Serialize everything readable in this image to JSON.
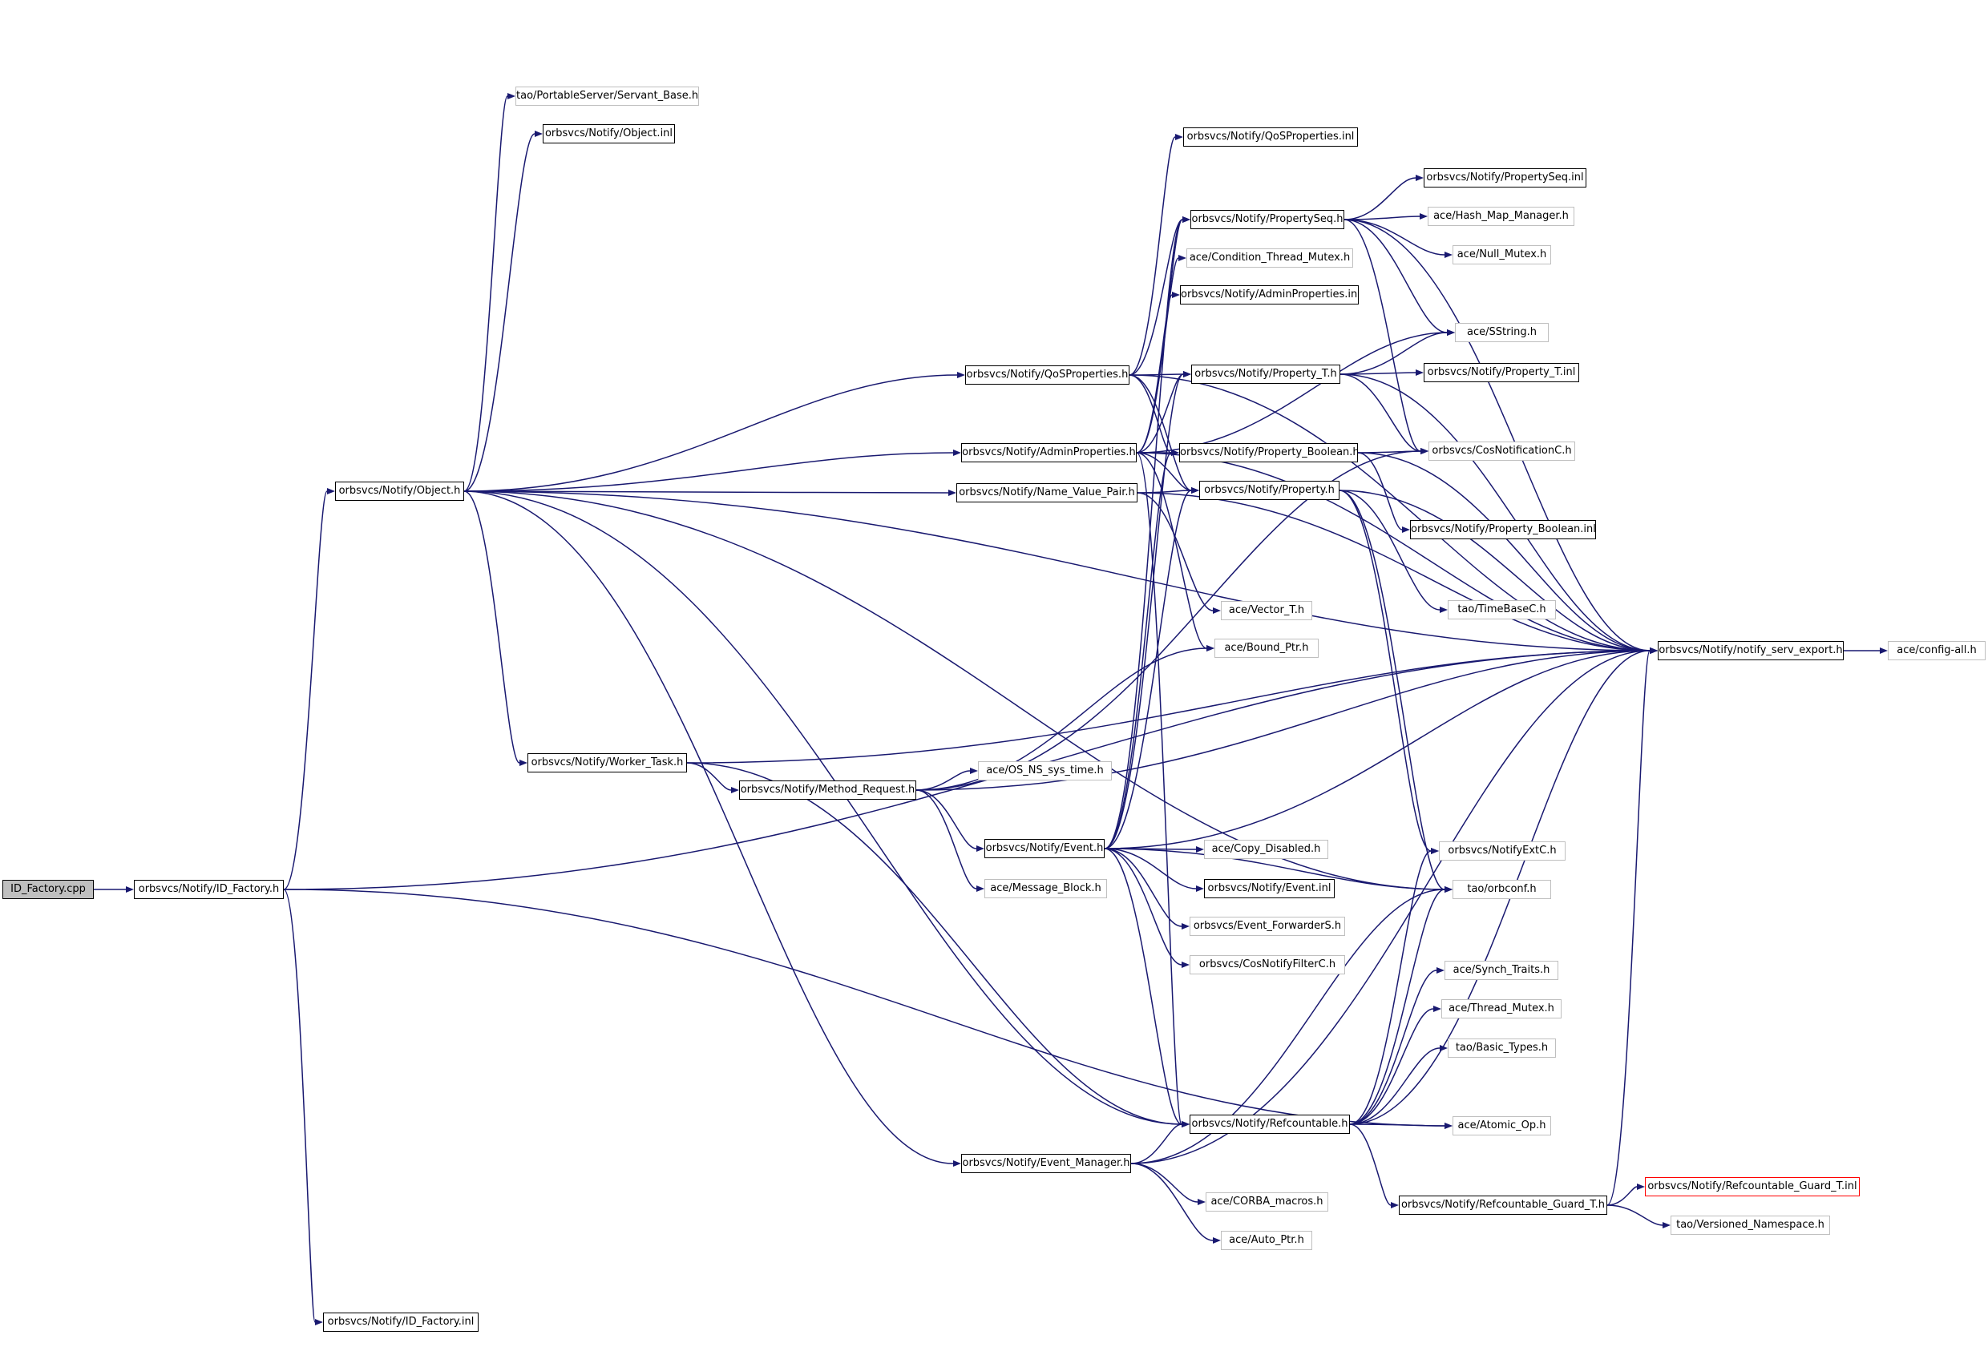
{
  "graph": {
    "nodes": [
      {
        "id": "id_factory_cpp",
        "label": "ID_Factory.cpp",
        "style": "root"
      },
      {
        "id": "id_factory_h",
        "label": "orbsvcs/Notify/ID_Factory.h",
        "style": "documented"
      },
      {
        "id": "object_h",
        "label": "orbsvcs/Notify/Object.h",
        "style": "documented"
      },
      {
        "id": "id_factory_inl",
        "label": "orbsvcs/Notify/ID_Factory.inl",
        "style": "documented"
      },
      {
        "id": "servant_base_h",
        "label": "tao/PortableServer/Servant_Base.h",
        "style": "undocumented"
      },
      {
        "id": "object_inl",
        "label": "orbsvcs/Notify/Object.inl",
        "style": "documented"
      },
      {
        "id": "worker_task_h",
        "label": "orbsvcs/Notify/Worker_Task.h",
        "style": "documented"
      },
      {
        "id": "method_request_h",
        "label": "orbsvcs/Notify/Method_Request.h",
        "style": "documented"
      },
      {
        "id": "qos_properties_inl",
        "label": "orbsvcs/Notify/QoSProperties.inl",
        "style": "documented"
      },
      {
        "id": "property_seq_h",
        "label": "orbsvcs/Notify/PropertySeq.h",
        "style": "documented"
      },
      {
        "id": "condition_thread_mutex_h",
        "label": "ace/Condition_Thread_Mutex.h",
        "style": "undocumented"
      },
      {
        "id": "admin_properties_inl",
        "label": "orbsvcs/Notify/AdminProperties.inl",
        "style": "documented"
      },
      {
        "id": "qos_properties_h",
        "label": "orbsvcs/Notify/QoSProperties.h",
        "style": "documented"
      },
      {
        "id": "property_t_h",
        "label": "orbsvcs/Notify/Property_T.h",
        "style": "documented"
      },
      {
        "id": "admin_properties_h",
        "label": "orbsvcs/Notify/AdminProperties.h",
        "style": "documented"
      },
      {
        "id": "property_boolean_h",
        "label": "orbsvcs/Notify/Property_Boolean.h",
        "style": "documented"
      },
      {
        "id": "name_value_pair_h",
        "label": "orbsvcs/Notify/Name_Value_Pair.h",
        "style": "documented"
      },
      {
        "id": "property_h",
        "label": "orbsvcs/Notify/Property.h",
        "style": "documented"
      },
      {
        "id": "vector_t_h",
        "label": "ace/Vector_T.h",
        "style": "undocumented"
      },
      {
        "id": "bound_ptr_h",
        "label": "ace/Bound_Ptr.h",
        "style": "undocumented"
      },
      {
        "id": "os_ns_sys_time_h",
        "label": "ace/OS_NS_sys_time.h",
        "style": "undocumented"
      },
      {
        "id": "event_h",
        "label": "orbsvcs/Notify/Event.h",
        "style": "documented"
      },
      {
        "id": "message_block_h",
        "label": "ace/Message_Block.h",
        "style": "undocumented"
      },
      {
        "id": "copy_disabled_h",
        "label": "ace/Copy_Disabled.h",
        "style": "undocumented"
      },
      {
        "id": "event_inl",
        "label": "orbsvcs/Notify/Event.inl",
        "style": "documented"
      },
      {
        "id": "event_forwarder_s_h",
        "label": "orbsvcs/Event_ForwarderS.h",
        "style": "undocumented"
      },
      {
        "id": "cos_notify_filter_c_h",
        "label": "orbsvcs/CosNotifyFilterC.h",
        "style": "undocumented"
      },
      {
        "id": "refcountable_h",
        "label": "orbsvcs/Notify/Refcountable.h",
        "style": "documented"
      },
      {
        "id": "event_manager_h",
        "label": "orbsvcs/Notify/Event_Manager.h",
        "style": "documented"
      },
      {
        "id": "corba_macros_h",
        "label": "ace/CORBA_macros.h",
        "style": "undocumented"
      },
      {
        "id": "auto_ptr_h",
        "label": "ace/Auto_Ptr.h",
        "style": "undocumented"
      },
      {
        "id": "property_seq_inl",
        "label": "orbsvcs/Notify/PropertySeq.inl",
        "style": "documented"
      },
      {
        "id": "hash_map_manager_h",
        "label": "ace/Hash_Map_Manager.h",
        "style": "undocumented"
      },
      {
        "id": "null_mutex_h",
        "label": "ace/Null_Mutex.h",
        "style": "undocumented"
      },
      {
        "id": "sstring_h",
        "label": "ace/SString.h",
        "style": "undocumented"
      },
      {
        "id": "property_t_inl",
        "label": "orbsvcs/Notify/Property_T.inl",
        "style": "documented"
      },
      {
        "id": "cos_notification_c_h",
        "label": "orbsvcs/CosNotificationC.h",
        "style": "undocumented"
      },
      {
        "id": "property_boolean_inl",
        "label": "orbsvcs/Notify/Property_Boolean.inl",
        "style": "documented"
      },
      {
        "id": "time_base_c_h",
        "label": "tao/TimeBaseC.h",
        "style": "undocumented"
      },
      {
        "id": "notify_ext_c_h",
        "label": "orbsvcs/NotifyExtC.h",
        "style": "undocumented"
      },
      {
        "id": "orbconf_h",
        "label": "tao/orbconf.h",
        "style": "undocumented"
      },
      {
        "id": "synch_traits_h",
        "label": "ace/Synch_Traits.h",
        "style": "undocumented"
      },
      {
        "id": "thread_mutex_h",
        "label": "ace/Thread_Mutex.h",
        "style": "undocumented"
      },
      {
        "id": "basic_types_h",
        "label": "tao/Basic_Types.h",
        "style": "undocumented"
      },
      {
        "id": "atomic_op_h",
        "label": "ace/Atomic_Op.h",
        "style": "undocumented"
      },
      {
        "id": "refcountable_guard_t_h",
        "label": "orbsvcs/Notify/Refcountable_Guard_T.h",
        "style": "documented"
      },
      {
        "id": "refcountable_guard_t_inl",
        "label": "orbsvcs/Notify/Refcountable_Guard_T.inl",
        "style": "truncated"
      },
      {
        "id": "versioned_namespace_h",
        "label": "tao/Versioned_Namespace.h",
        "style": "undocumented"
      },
      {
        "id": "notify_serv_export_h",
        "label": "orbsvcs/Notify/notify_serv_export.h",
        "style": "documented"
      },
      {
        "id": "config_all_h",
        "label": "ace/config-all.h",
        "style": "undocumented"
      }
    ],
    "edges": [
      [
        "id_factory_cpp",
        "id_factory_h"
      ],
      [
        "id_factory_h",
        "object_h"
      ],
      [
        "id_factory_h",
        "id_factory_inl"
      ],
      [
        "id_factory_h",
        "notify_serv_export_h"
      ],
      [
        "id_factory_h",
        "atomic_op_h"
      ],
      [
        "object_h",
        "servant_base_h"
      ],
      [
        "object_h",
        "object_inl"
      ],
      [
        "object_h",
        "qos_properties_h"
      ],
      [
        "object_h",
        "admin_properties_h"
      ],
      [
        "object_h",
        "name_value_pair_h"
      ],
      [
        "object_h",
        "worker_task_h"
      ],
      [
        "object_h",
        "notify_serv_export_h"
      ],
      [
        "object_h",
        "refcountable_h"
      ],
      [
        "object_h",
        "event_manager_h"
      ],
      [
        "object_h",
        "orbconf_h"
      ],
      [
        "worker_task_h",
        "method_request_h"
      ],
      [
        "worker_task_h",
        "notify_serv_export_h"
      ],
      [
        "worker_task_h",
        "refcountable_h"
      ],
      [
        "method_request_h",
        "bound_ptr_h"
      ],
      [
        "method_request_h",
        "os_ns_sys_time_h"
      ],
      [
        "method_request_h",
        "event_h"
      ],
      [
        "method_request_h",
        "message_block_h"
      ],
      [
        "method_request_h",
        "cos_notification_c_h"
      ],
      [
        "method_request_h",
        "notify_serv_export_h"
      ],
      [
        "event_h",
        "copy_disabled_h"
      ],
      [
        "event_h",
        "event_inl"
      ],
      [
        "event_h",
        "event_forwarder_s_h"
      ],
      [
        "event_h",
        "cos_notify_filter_c_h"
      ],
      [
        "event_h",
        "refcountable_h"
      ],
      [
        "event_h",
        "property_seq_h"
      ],
      [
        "event_h",
        "property_t_h"
      ],
      [
        "event_h",
        "property_h"
      ],
      [
        "event_h",
        "property_boolean_h"
      ],
      [
        "event_h",
        "notify_serv_export_h"
      ],
      [
        "event_h",
        "orbconf_h"
      ],
      [
        "qos_properties_h",
        "qos_properties_inl"
      ],
      [
        "qos_properties_h",
        "property_seq_h"
      ],
      [
        "qos_properties_h",
        "property_t_h"
      ],
      [
        "qos_properties_h",
        "property_boolean_h"
      ],
      [
        "qos_properties_h",
        "property_h"
      ],
      [
        "qos_properties_h",
        "notify_serv_export_h"
      ],
      [
        "admin_properties_h",
        "condition_thread_mutex_h"
      ],
      [
        "admin_properties_h",
        "admin_properties_inl"
      ],
      [
        "admin_properties_h",
        "property_seq_h"
      ],
      [
        "admin_properties_h",
        "property_t_h"
      ],
      [
        "admin_properties_h",
        "property_boolean_h"
      ],
      [
        "admin_properties_h",
        "property_h"
      ],
      [
        "admin_properties_h",
        "sstring_h"
      ],
      [
        "admin_properties_h",
        "bound_ptr_h"
      ],
      [
        "admin_properties_h",
        "notify_serv_export_h"
      ],
      [
        "admin_properties_h",
        "refcountable_h"
      ],
      [
        "name_value_pair_h",
        "property_h"
      ],
      [
        "name_value_pair_h",
        "vector_t_h"
      ],
      [
        "name_value_pair_h",
        "notify_serv_export_h"
      ],
      [
        "property_seq_h",
        "property_seq_inl"
      ],
      [
        "property_seq_h",
        "hash_map_manager_h"
      ],
      [
        "property_seq_h",
        "null_mutex_h"
      ],
      [
        "property_seq_h",
        "sstring_h"
      ],
      [
        "property_seq_h",
        "cos_notification_c_h"
      ],
      [
        "property_seq_h",
        "notify_serv_export_h"
      ],
      [
        "property_t_h",
        "property_t_inl"
      ],
      [
        "property_t_h",
        "sstring_h"
      ],
      [
        "property_t_h",
        "cos_notification_c_h"
      ],
      [
        "property_t_h",
        "notify_serv_export_h"
      ],
      [
        "property_boolean_h",
        "cos_notification_c_h"
      ],
      [
        "property_boolean_h",
        "property_boolean_inl"
      ],
      [
        "property_boolean_h",
        "notify_serv_export_h"
      ],
      [
        "property_h",
        "time_base_c_h"
      ],
      [
        "property_h",
        "notify_ext_c_h"
      ],
      [
        "property_h",
        "orbconf_h"
      ],
      [
        "property_h",
        "notify_serv_export_h"
      ],
      [
        "refcountable_h",
        "synch_traits_h"
      ],
      [
        "refcountable_h",
        "thread_mutex_h"
      ],
      [
        "refcountable_h",
        "basic_types_h"
      ],
      [
        "refcountable_h",
        "atomic_op_h"
      ],
      [
        "refcountable_h",
        "refcountable_guard_t_h"
      ],
      [
        "refcountable_h",
        "notify_serv_export_h"
      ],
      [
        "refcountable_h",
        "notify_ext_c_h"
      ],
      [
        "refcountable_h",
        "orbconf_h"
      ],
      [
        "event_manager_h",
        "refcountable_h"
      ],
      [
        "event_manager_h",
        "corba_macros_h"
      ],
      [
        "event_manager_h",
        "auto_ptr_h"
      ],
      [
        "event_manager_h",
        "orbconf_h"
      ],
      [
        "event_manager_h",
        "notify_serv_export_h"
      ],
      [
        "refcountable_guard_t_h",
        "refcountable_guard_t_inl"
      ],
      [
        "refcountable_guard_t_h",
        "versioned_namespace_h"
      ],
      [
        "refcountable_guard_t_h",
        "notify_serv_export_h"
      ],
      [
        "notify_serv_export_h",
        "config_all_h"
      ]
    ]
  },
  "colors": {
    "edge": "#191970",
    "root_fill": "#bfbfbf",
    "documented_border": "#000000",
    "undocumented_border": "#bfbfbf",
    "truncated_border": "#ff0000"
  }
}
